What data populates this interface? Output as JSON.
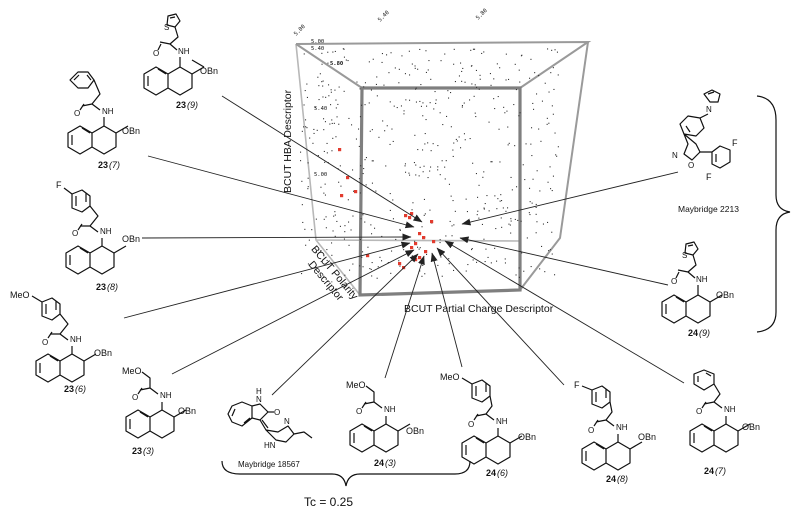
{
  "axes": {
    "x_label": "BCUT Partial Charge Descriptor",
    "y_label": "BCUT HBA Descriptor",
    "z_label_line1": "BCUT Polarity",
    "z_label_line2": "Descriptor",
    "tick_labels": [
      "5.00",
      "5.40",
      "5.80",
      "5.00",
      "5.40",
      "5.80",
      "5.00",
      "5.40"
    ]
  },
  "compounds": [
    {
      "id": "23(9)",
      "num": "23",
      "sub": "(9)",
      "obn": "OBn",
      "nh": "NH",
      "o": "O",
      "aryl": "thiophene"
    },
    {
      "id": "23(7)",
      "num": "23",
      "sub": "(7)",
      "obn": "OBn",
      "nh": "NH",
      "o": "O",
      "aryl": "phenyl"
    },
    {
      "id": "23(8)",
      "num": "23",
      "sub": "(8)",
      "obn": "OBn",
      "nh": "NH",
      "o": "O",
      "aryl": "4-fluorophenyl",
      "hal": "F"
    },
    {
      "id": "23(6)",
      "num": "23",
      "sub": "(6)",
      "obn": "OBn",
      "nh": "NH",
      "o": "O",
      "aryl": "4-methoxyphenyl",
      "ome": "MeO"
    },
    {
      "id": "23(3)",
      "num": "23",
      "sub": "(3)",
      "obn": "OBn",
      "nh": "NH",
      "o": "O",
      "ome": "MeO"
    },
    {
      "id": "24(3)",
      "num": "24",
      "sub": "(3)",
      "obn": "OBn",
      "nh": "NH",
      "o": "O",
      "ome": "MeO"
    },
    {
      "id": "24(6)",
      "num": "24",
      "sub": "(6)",
      "obn": "OBn",
      "nh": "NH",
      "o": "O",
      "ome": "MeO"
    },
    {
      "id": "24(8)",
      "num": "24",
      "sub": "(8)",
      "obn": "OBn",
      "nh": "NH",
      "o": "O",
      "hal": "F"
    },
    {
      "id": "24(7)",
      "num": "24",
      "sub": "(7)",
      "obn": "OBn",
      "nh": "NH",
      "o": "O"
    },
    {
      "id": "24(9)",
      "num": "24",
      "sub": "(9)",
      "obn": "OBn",
      "nh": "NH",
      "o": "O",
      "aryl": "thiophene"
    }
  ],
  "maybridge_2213": {
    "label": "Maybridge 2213",
    "n": "N",
    "o": "O",
    "f1": "F",
    "f2": "F"
  },
  "maybridge_18567": {
    "label": "Maybridge 18567",
    "h1": "H",
    "n1": "N",
    "o": "O",
    "n2": "N",
    "hn": "HN"
  },
  "tc_label": "Tc = 0.25",
  "colors": {
    "active_points": "#e23b2e",
    "library_points": "#333333",
    "cube": "#888888"
  }
}
